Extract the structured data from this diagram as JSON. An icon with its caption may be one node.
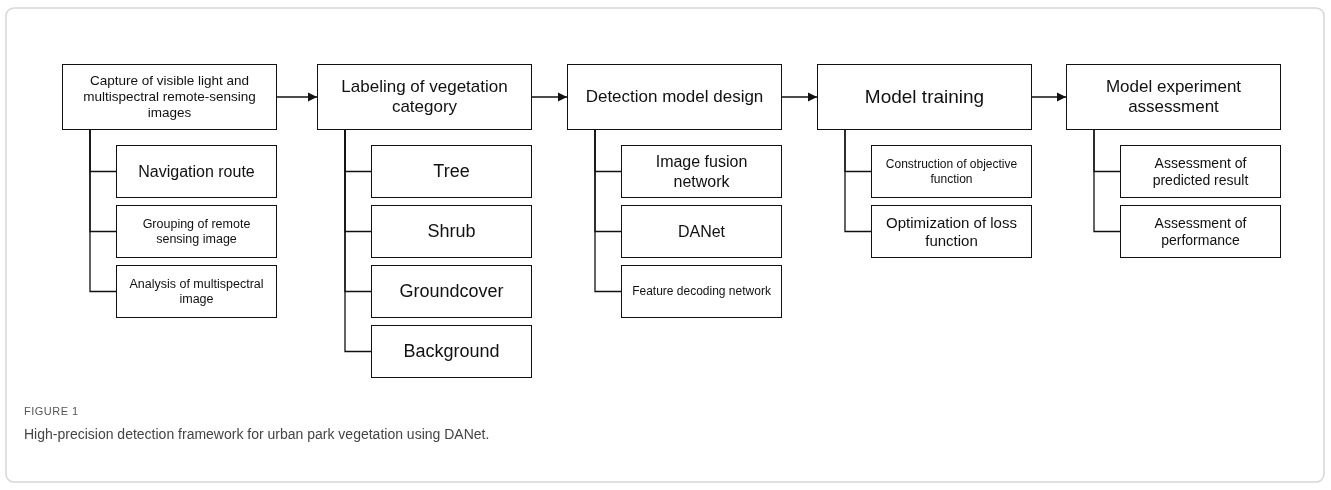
{
  "diagram": {
    "caption": "High-precision detection framework for urban park vegetation using DANet.",
    "nodes": [
      {
        "text": [
          "Capture of visible light and multispectral remote-sensing images"
        ]
      },
      {
        "text": [
          "Navigation route"
        ]
      },
      {
        "text": [
          "Grouping of remote sensing image"
        ]
      },
      {
        "text": [
          "Analysis of multispectral image"
        ]
      },
      {
        "text": [
          "Labeling of vegetation category"
        ]
      },
      {
        "text": [
          "Tree"
        ]
      },
      {
        "text": [
          "Shrub"
        ]
      },
      {
        "text": [
          "Groundcover"
        ]
      },
      {
        "text": [
          "Background"
        ]
      },
      {
        "text": [
          "Detection model design"
        ]
      },
      {
        "text": [
          "Image fusion network"
        ]
      },
      {
        "text": [
          "DANet"
        ]
      },
      {
        "text": [
          "Feature decoding network"
        ]
      },
      {
        "text": [
          "Model training"
        ]
      },
      {
        "text": [
          "Construction of objective function"
        ]
      },
      {
        "text": [
          "Optimization of loss function"
        ]
      },
      {
        "text": [
          "Model experiment assessment"
        ]
      },
      {
        "text": [
          "Assessment of predicted result"
        ]
      },
      {
        "text": [
          "Assessment of performance"
        ]
      }
    ],
    "edges": [
      {
        "from": 0,
        "to": 4,
        "arrow": "to"
      },
      {
        "from": 4,
        "to": 9,
        "arrow": "to"
      },
      {
        "from": 9,
        "to": 13,
        "arrow": "to"
      },
      {
        "from": 13,
        "to": 16,
        "arrow": "to"
      },
      {
        "from": 0,
        "to": 1,
        "arrow": "none"
      },
      {
        "from": 0,
        "to": 2,
        "arrow": "none"
      },
      {
        "from": 0,
        "to": 3,
        "arrow": "none"
      },
      {
        "from": 4,
        "to": 5,
        "arrow": "none"
      },
      {
        "from": 4,
        "to": 6,
        "arrow": "none"
      },
      {
        "from": 4,
        "to": 7,
        "arrow": "none"
      },
      {
        "from": 4,
        "to": 8,
        "arrow": "none"
      },
      {
        "from": 9,
        "to": 10,
        "arrow": "none"
      },
      {
        "from": 9,
        "to": 11,
        "arrow": "none"
      },
      {
        "from": 9,
        "to": 12,
        "arrow": "none"
      },
      {
        "from": 13,
        "to": 14,
        "arrow": "none"
      },
      {
        "from": 13,
        "to": 15,
        "arrow": "none"
      },
      {
        "from": 16,
        "to": 17,
        "arrow": "none"
      },
      {
        "from": 16,
        "to": 18,
        "arrow": "none"
      }
    ],
    "labels": [
      "FIGURE 1"
    ]
  }
}
